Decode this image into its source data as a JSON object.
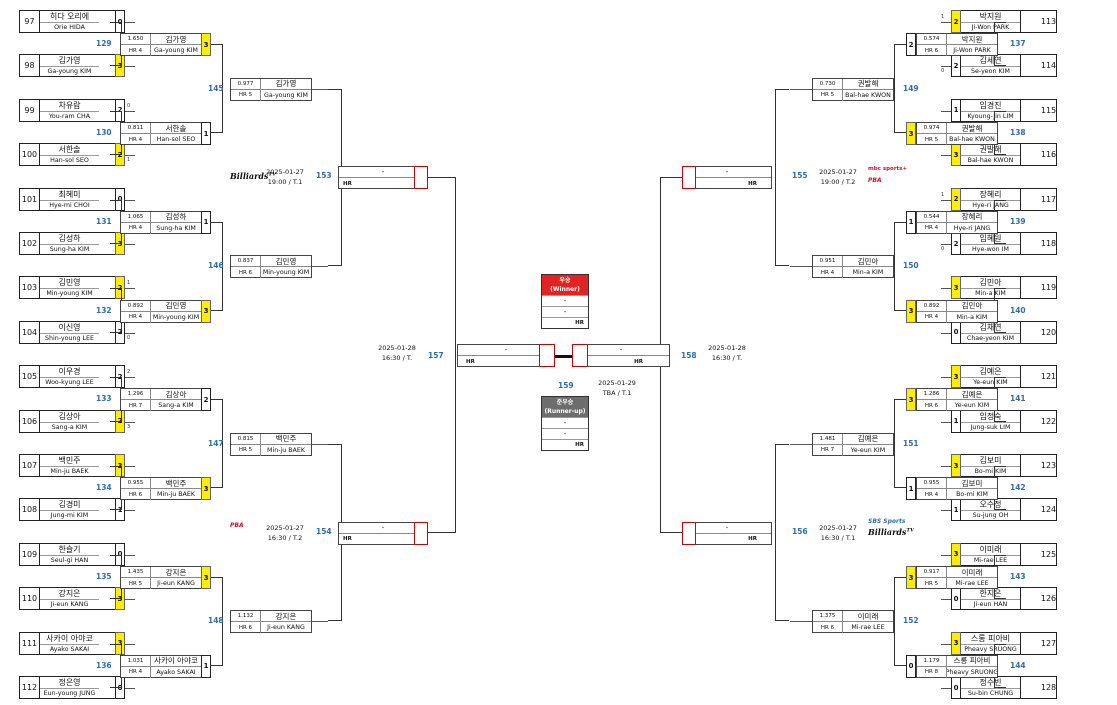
{
  "left_entries": [
    {
      "no": "97",
      "ko": "히다 오리에",
      "en": "Orie HIDA",
      "score": "0",
      "win": false,
      "pre": ""
    },
    {
      "no": "98",
      "ko": "김가영",
      "en": "Ga-young KIM",
      "score": "3",
      "win": true,
      "pre": ""
    },
    {
      "no": "99",
      "ko": "차유람",
      "en": "You-ram CHA",
      "score": "2",
      "win": false,
      "pre": "0"
    },
    {
      "no": "100",
      "ko": "서한솔",
      "en": "Han-sol SEO",
      "score": "2",
      "win": true,
      "pre": "1"
    },
    {
      "no": "101",
      "ko": "최혜미",
      "en": "Hye-mi CHOI",
      "score": "0",
      "win": false,
      "pre": ""
    },
    {
      "no": "102",
      "ko": "김성하",
      "en": "Sung-ha KIM",
      "score": "3",
      "win": true,
      "pre": ""
    },
    {
      "no": "103",
      "ko": "김민영",
      "en": "Min-young KIM",
      "score": "2",
      "win": true,
      "pre": "1"
    },
    {
      "no": "104",
      "ko": "이신영",
      "en": "Shin-young LEE",
      "score": "2",
      "win": false,
      "pre": "0"
    },
    {
      "no": "105",
      "ko": "이우경",
      "en": "Woo-kyung LEE",
      "score": "2",
      "win": false,
      "pre": "2"
    },
    {
      "no": "106",
      "ko": "김상아",
      "en": "Sang-a KIM",
      "score": "2",
      "win": true,
      "pre": "3"
    },
    {
      "no": "107",
      "ko": "백민주",
      "en": "Min-ju BAEK",
      "score": "3",
      "win": true,
      "pre": ""
    },
    {
      "no": "108",
      "ko": "김경미",
      "en": "Jung-mi KIM",
      "score": "1",
      "win": false,
      "pre": ""
    },
    {
      "no": "109",
      "ko": "한슬기",
      "en": "Seul-gi HAN",
      "score": "0",
      "win": false,
      "pre": ""
    },
    {
      "no": "110",
      "ko": "강지은",
      "en": "Ji-eun KANG",
      "score": "3",
      "win": true,
      "pre": ""
    },
    {
      "no": "111",
      "ko": "사카이 아야코",
      "en": "Ayako SAKAI",
      "score": "3",
      "win": true,
      "pre": ""
    },
    {
      "no": "112",
      "ko": "정은영",
      "en": "Eun-young JUNG",
      "score": "0",
      "win": false,
      "pre": ""
    }
  ],
  "right_entries": [
    {
      "no": "113",
      "ko": "박지원",
      "en": "Ji-Won PARK",
      "score": "2",
      "win": true,
      "pre": "1"
    },
    {
      "no": "114",
      "ko": "김세연",
      "en": "Se-yeon KIM",
      "score": "2",
      "win": false,
      "pre": "0"
    },
    {
      "no": "115",
      "ko": "임경진",
      "en": "Kyoung-Jin LIM",
      "score": "1",
      "win": false,
      "pre": ""
    },
    {
      "no": "116",
      "ko": "권발해",
      "en": "Bal-hae KWON",
      "score": "3",
      "win": true,
      "pre": ""
    },
    {
      "no": "117",
      "ko": "장혜리",
      "en": "Hye-ri JANG",
      "score": "2",
      "win": true,
      "pre": "1"
    },
    {
      "no": "118",
      "ko": "임혜원",
      "en": "Hye-won IM",
      "score": "2",
      "win": false,
      "pre": "0"
    },
    {
      "no": "119",
      "ko": "김민아",
      "en": "Min-a KIM",
      "score": "3",
      "win": true,
      "pre": ""
    },
    {
      "no": "120",
      "ko": "김채연",
      "en": "Chae-yeon KIM",
      "score": "0",
      "win": false,
      "pre": ""
    },
    {
      "no": "121",
      "ko": "김예은",
      "en": "Ye-eun KIM",
      "score": "3",
      "win": true,
      "pre": ""
    },
    {
      "no": "122",
      "ko": "임정숙",
      "en": "Jung-suk LIM",
      "score": "1",
      "win": false,
      "pre": ""
    },
    {
      "no": "123",
      "ko": "김보미",
      "en": "Bo-mi KIM",
      "score": "3",
      "win": true,
      "pre": ""
    },
    {
      "no": "124",
      "ko": "오수정",
      "en": "Su-jung OH",
      "score": "1",
      "win": false,
      "pre": ""
    },
    {
      "no": "125",
      "ko": "이미래",
      "en": "Mi-rae LEE",
      "score": "3",
      "win": true,
      "pre": ""
    },
    {
      "no": "126",
      "ko": "한지은",
      "en": "Ji-eun HAN",
      "score": "0",
      "win": false,
      "pre": ""
    },
    {
      "no": "127",
      "ko": "스롱 피아비",
      "en": "Pheavy SRUONG",
      "score": "3",
      "win": true,
      "pre": ""
    },
    {
      "no": "128",
      "ko": "정수빈",
      "en": "Su-bin CHUNG",
      "score": "0",
      "win": false,
      "pre": ""
    }
  ],
  "left_r32": [
    {
      "no": "129",
      "avg": "1.650",
      "ko": "김가영",
      "hr": "HR 4",
      "en": "Ga-young KIM",
      "score": "3",
      "win": true
    },
    {
      "no": "130",
      "avg": "0.811",
      "ko": "서한솔",
      "hr": "HR 4",
      "en": "Han-sol SEO",
      "score": "1",
      "win": false
    },
    {
      "no": "131",
      "avg": "1.065",
      "ko": "김성하",
      "hr": "HR 4",
      "en": "Sung-ha KIM",
      "score": "1",
      "win": false
    },
    {
      "no": "132",
      "avg": "0.892",
      "ko": "김민영",
      "hr": "HR 4",
      "en": "Min-young KIM",
      "score": "3",
      "win": true
    },
    {
      "no": "133",
      "avg": "1.296",
      "ko": "김상아",
      "hr": "HR 7",
      "en": "Sang-a KIM",
      "score": "2",
      "win": false
    },
    {
      "no": "134",
      "avg": "0.955",
      "ko": "백민주",
      "hr": "HR 6",
      "en": "Min-ju BAEK",
      "score": "3",
      "win": true
    },
    {
      "no": "135",
      "avg": "1.435",
      "ko": "강지은",
      "hr": "HR 5",
      "en": "Ji-eun KANG",
      "score": "3",
      "win": true
    },
    {
      "no": "136",
      "avg": "1.031",
      "ko": "사카이 아야코",
      "hr": "HR 4",
      "en": "Ayako SAKAI",
      "score": "1",
      "win": false
    }
  ],
  "right_r32": [
    {
      "no": "137",
      "avg": "0.574",
      "ko": "박지원",
      "hr": "HR 6",
      "en": "Ji-Won PARK",
      "score": "2",
      "win": false
    },
    {
      "no": "138",
      "avg": "0.974",
      "ko": "권발해",
      "hr": "HR 5",
      "en": "Bal-hae KWON",
      "score": "3",
      "win": true
    },
    {
      "no": "139",
      "avg": "0.544",
      "ko": "장혜리",
      "hr": "HR 4",
      "en": "Hye-ri JANG",
      "score": "1",
      "win": false
    },
    {
      "no": "140",
      "avg": "0.892",
      "ko": "김민아",
      "hr": "HR 4",
      "en": "Min-a KIM",
      "score": "3",
      "win": true
    },
    {
      "no": "141",
      "avg": "1.286",
      "ko": "김예은",
      "hr": "HR 6",
      "en": "Ye-eun KIM",
      "score": "3",
      "win": true
    },
    {
      "no": "142",
      "avg": "0.955",
      "ko": "김보미",
      "hr": "HR 4",
      "en": "Bo-mi KIM",
      "score": "1",
      "win": false
    },
    {
      "no": "143",
      "avg": "0.917",
      "ko": "이미래",
      "hr": "HR 5",
      "en": "Mi-rae LEE",
      "score": "3",
      "win": true
    },
    {
      "no": "144",
      "avg": "1.179",
      "ko": "스롱 피아비",
      "hr": "HR 8",
      "en": "Pheavy SRUONG",
      "score": "0",
      "win": false
    }
  ],
  "left_r16": [
    {
      "no": "145",
      "avg": "0.977",
      "ko": "김가영",
      "hr": "HR 5",
      "en": "Ga-young KIM"
    },
    {
      "no": "146",
      "avg": "0.837",
      "ko": "김민영",
      "hr": "HR 6",
      "en": "Min-young KIM"
    },
    {
      "no": "147",
      "avg": "0.815",
      "ko": "백민주",
      "hr": "HR 5",
      "en": "Min-ju BAEK"
    },
    {
      "no": "148",
      "avg": "1.132",
      "ko": "강지은",
      "hr": "HR 6",
      "en": "Ji-eun KANG"
    }
  ],
  "right_r16": [
    {
      "no": "149",
      "avg": "0.730",
      "ko": "권발해",
      "hr": "HR 5",
      "en": "Bal-hae KWON"
    },
    {
      "no": "150",
      "avg": "0.951",
      "ko": "김민아",
      "hr": "HR 4",
      "en": "Min-a KIM"
    },
    {
      "no": "151",
      "avg": "1.481",
      "ko": "김예은",
      "hr": "HR 7",
      "en": "Ye-eun KIM"
    },
    {
      "no": "152",
      "avg": "1.375",
      "ko": "이미래",
      "hr": "HR 6",
      "en": "Mi-rae LEE"
    }
  ],
  "quarterfinals": [
    {
      "no": "153",
      "name": "-",
      "hr": "HR",
      "date": "2025-01-27",
      "time": "19:00 / T.1"
    },
    {
      "no": "154",
      "name": "-",
      "hr": "HR",
      "date": "2025-01-27",
      "time": "16:30 / T.2"
    },
    {
      "no": "155",
      "name": "-",
      "hr": "HR",
      "date": "2025-01-27",
      "time": "19:00 / T.2"
    },
    {
      "no": "156",
      "name": "-",
      "hr": "HR",
      "date": "2025-01-27",
      "time": "16:30 / T.1"
    }
  ],
  "semifinals": [
    {
      "no": "157",
      "name": "-",
      "hr": "HR",
      "date": "2025-01-28",
      "time": "16:30 / T."
    },
    {
      "no": "158",
      "name": "-",
      "hr": "HR",
      "date": "2025-01-28",
      "time": "16:30 / T."
    }
  ],
  "final": {
    "no": "159",
    "left_name": "-",
    "right_name": "-",
    "hr": "HR",
    "date": "2025-01-29",
    "time": "TBA / T.1"
  },
  "winner": {
    "title_ko": "우승",
    "title_en": "(Winner)",
    "line1": "-",
    "line2": "-",
    "hr": "HR",
    "color": "#e32224"
  },
  "runner_up": {
    "title_ko": "준우승",
    "title_en": "(Runner-up)",
    "line1": "-",
    "line2": "-",
    "hr": "HR",
    "color": "#6d6d6d"
  },
  "logos": {
    "billiards_tv": "Billiards",
    "billiards_tv_sup": "TV",
    "pba": "PBA",
    "mbc_sports": "mbc sports+",
    "sbs_sports": "SBS Sports"
  },
  "colors": {
    "winner_score": "#ffee00",
    "match_number": "#2e6ea8",
    "slot_accent": "#cc0000"
  }
}
